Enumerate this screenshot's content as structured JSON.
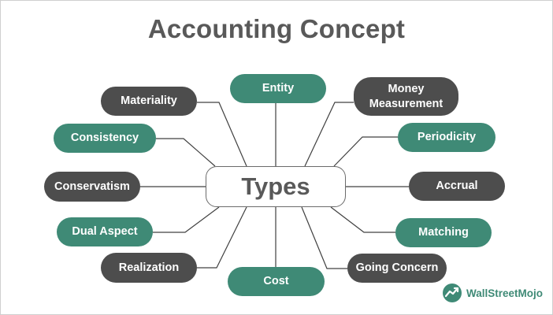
{
  "title": "Accounting Concept",
  "center": "Types",
  "nodes": {
    "entity": "Entity",
    "money_measurement": "Money Measurement",
    "materiality": "Materiality",
    "consistency": "Consistency",
    "periodicity": "Periodicity",
    "conservatism": "Conservatism",
    "accrual": "Accrual",
    "dual_aspect": "Dual Aspect",
    "matching": "Matching",
    "realization": "Realization",
    "cost": "Cost",
    "going_concern": "Going Concern"
  },
  "brand": "WallStreetMojo",
  "colors": {
    "green": "#3f8a76",
    "dark": "#4d4d4d",
    "text": "#595959"
  }
}
